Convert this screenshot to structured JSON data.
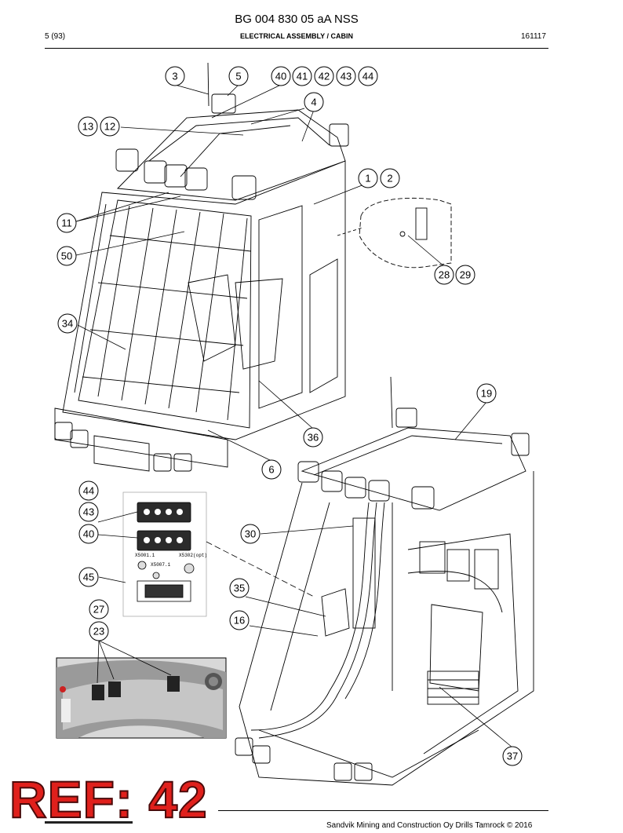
{
  "header": {
    "doc_id": "BG 004 830 05 aA NSS",
    "page": "5 (93)",
    "section": "ELECTRICAL ASSEMBLY / CABIN",
    "date_code": "161117"
  },
  "footer": {
    "copyright": "Sandvik Mining and Construction Oy Drills Tamrock © 2016"
  },
  "stamp": {
    "text": "REF: 42",
    "color": "#e0201c"
  },
  "inset": {
    "connector_label_1": "X5001.1",
    "connector_label_2": "X5302(opt)",
    "connector_label_3": "X5007.1"
  },
  "callouts": [
    "3",
    "5",
    "40",
    "41",
    "42",
    "43",
    "44",
    "4",
    "13",
    "12",
    "1",
    "2",
    "11",
    "50",
    "28",
    "29",
    "34",
    "19",
    "36",
    "6",
    "44",
    "43",
    "40",
    "30",
    "45",
    "35",
    "27",
    "16",
    "23",
    "37"
  ]
}
